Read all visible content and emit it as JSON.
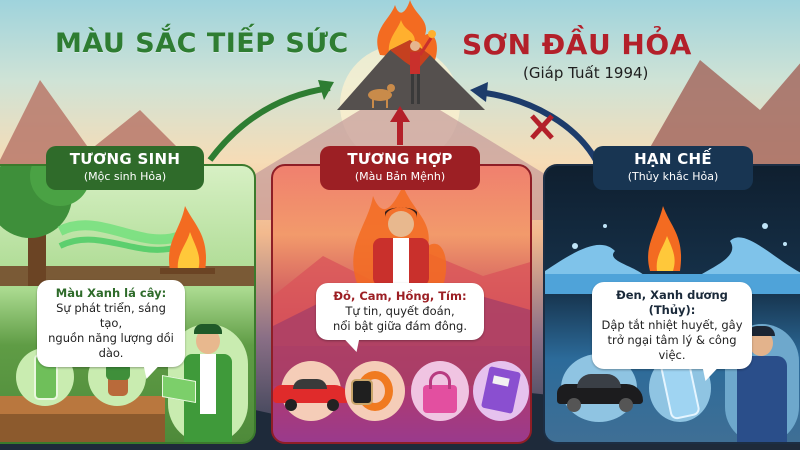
{
  "header": {
    "title_left": "MÀU SẮC TIẾP SỨC",
    "title_right": "SƠN ĐẦU HỎA",
    "subtitle": "(Giáp Tuất 1994)"
  },
  "colors": {
    "green": "#2e7d32",
    "red": "#b3202a",
    "navy": "#183552"
  },
  "center_illustration": {
    "icon": "volcano-with-climber-and-dog"
  },
  "arrows": [
    {
      "from": "tuong-sinh",
      "to": "center",
      "color": "#2e7d32",
      "status": "supports"
    },
    {
      "from": "tuong-hop",
      "to": "center",
      "color": "#b3202a",
      "status": "supports"
    },
    {
      "from": "han-che",
      "to": "center",
      "color": "#1d3c6b",
      "status": "blocked",
      "marker": "red-x-icon"
    }
  ],
  "panels": [
    {
      "id": "tuong-sinh",
      "badge_title": "TƯƠNG SINH",
      "badge_subtitle": "(Mộc sinh Hỏa)",
      "bubble_lead": "Màu Xanh lá cây:",
      "bubble_line1": "Sự phát triển, sáng tạo,",
      "bubble_line2": "nguồn năng lượng dồi dào.",
      "illustration": "tree-wind-campfire",
      "items": [
        "green-phone-icon",
        "potted-plant-icon",
        "man-green-suit-laptop-icon"
      ]
    },
    {
      "id": "tuong-hop",
      "badge_title": "TƯƠNG HỢP",
      "badge_subtitle": "(Màu Bản Mệnh)",
      "bubble_lead": "Đỏ, Cam, Hồng, Tím:",
      "bubble_line1": "Tự tin, quyết đoán,",
      "bubble_line2": "nổi bật giữa đám đông.",
      "illustration": "man-red-jacket-flames",
      "items": [
        "red-sports-car-icon",
        "orange-smartwatch-icon",
        "pink-handbag-icon",
        "purple-notebook-icon"
      ]
    },
    {
      "id": "han-che",
      "badge_title": "HẠN CHẾ",
      "badge_subtitle": "(Thủy khắc Hỏa)",
      "bubble_lead": "Đen, Xanh dương (Thủy):",
      "bubble_line1": "Dập tắt nhiệt huyết, gây",
      "bubble_line2": "trở ngại tâm lý & công việc.",
      "illustration": "water-wave-over-fire",
      "items": [
        "black-wet-car-icon",
        "frozen-blue-phone-icon",
        "sad-man-blue-sweater-icon"
      ]
    }
  ]
}
